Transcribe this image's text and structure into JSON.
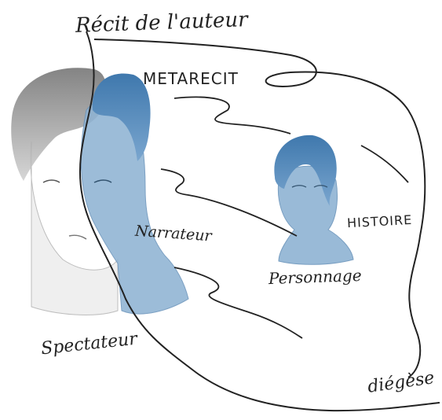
{
  "labels": {
    "recit_auteur": "Récit de l'auteur",
    "metarecit": "METARECIT",
    "histoire": "HISTOIRE",
    "narrateur": "Narrateur",
    "personnage": "Personnage",
    "spectateur": "Spectateur",
    "diegese": "diégèse"
  },
  "colors": {
    "ink": "#222222",
    "narrator_blue": "#8fb3d3",
    "hair_blue": "#4f86b8",
    "spectator_grey": "#9a9a9a",
    "background": "#ffffff"
  }
}
